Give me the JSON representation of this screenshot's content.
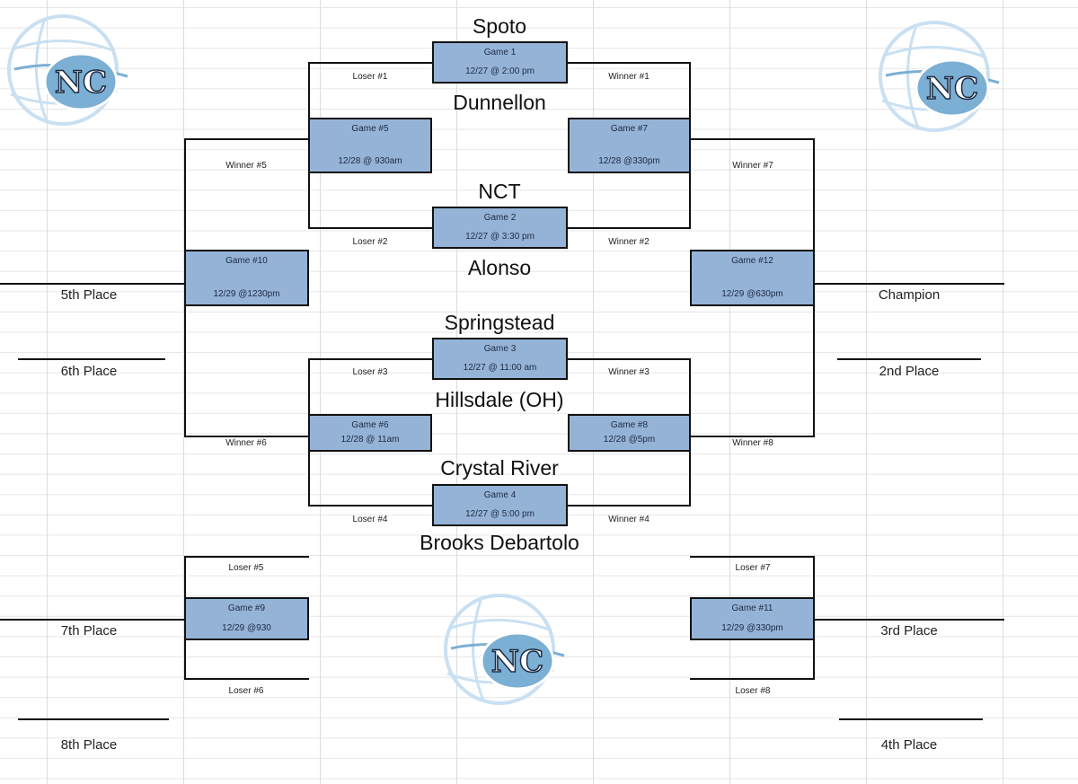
{
  "colors": {
    "box_fill": "#95b3d7",
    "logo_blue": "#7bafd4",
    "logo_light": "#c9e0f2",
    "line": "#111111"
  },
  "teams": {
    "spoto": "Spoto",
    "dunnellon": "Dunnellon",
    "nct": "NCT",
    "alonso": "Alonso",
    "springstead": "Springstead",
    "hillsdale": "Hillsdale (OH)",
    "crystal_river": "Crystal River",
    "brooks": "Brooks Debartolo"
  },
  "games": {
    "g1": {
      "title": "Game 1",
      "time": "12/27 @ 2:00 pm"
    },
    "g2": {
      "title": "Game 2",
      "time": "12/27 @ 3:30 pm"
    },
    "g3": {
      "title": "Game 3",
      "time": "12/27 @ 11:00 am"
    },
    "g4": {
      "title": "Game 4",
      "time": "12/27 @ 5:00 pm"
    },
    "g5": {
      "title": "Game #5",
      "time": "12/28 @ 930am"
    },
    "g6": {
      "title": "Game #6",
      "time": "12/28 @ 11am"
    },
    "g7": {
      "title": "Game #7",
      "time": "12/28 @330pm"
    },
    "g8": {
      "title": "Game #8",
      "time": "12/28 @5pm"
    },
    "g9": {
      "title": "Game #9",
      "time": "12/29 @930"
    },
    "g10": {
      "title": "Game #10",
      "time": "12/29 @1230pm"
    },
    "g11": {
      "title": "Game #11",
      "time": "12/29 @330pm"
    },
    "g12": {
      "title": "Game #12",
      "time": "12/29 @630pm"
    }
  },
  "labels": {
    "loser1": "Loser #1",
    "winner1": "Winner #1",
    "loser2": "Loser #2",
    "winner2": "Winner #2",
    "loser3": "Loser #3",
    "winner3": "Winner #3",
    "loser4": "Loser #4",
    "winner4": "Winner #4",
    "winner5": "Winner #5",
    "winner6": "Winner #6",
    "winner7": "Winner #7",
    "winner8": "Winner #8",
    "loser5": "Loser #5",
    "loser6": "Loser #6",
    "loser7": "Loser #7",
    "loser8": "Loser #8"
  },
  "places": {
    "p5": "5th Place",
    "p6": "6th Place",
    "p7": "7th Place",
    "p8": "8th Place",
    "champion": "Champion",
    "p2": "2nd Place",
    "p3": "3rd Place",
    "p4": "4th Place"
  },
  "logo": {
    "letters": "NC",
    "icon": "nc-basketball-logo"
  }
}
